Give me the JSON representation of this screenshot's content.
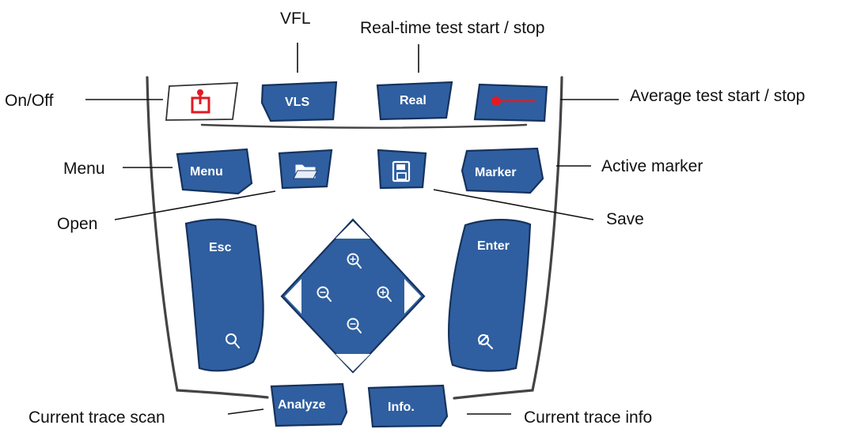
{
  "callouts": {
    "vfl": "VFL",
    "real_time": "Real-time test start / stop",
    "on_off": "On/Off",
    "average": "Average test start / stop",
    "menu": "Menu",
    "active_marker": "Active marker",
    "open": "Open",
    "save": "Save",
    "current_trace_scan": "Current trace scan",
    "current_trace_info": "Current trace info"
  },
  "keys": {
    "vls": "VLS",
    "real": "Real",
    "menu": "Menu",
    "marker": "Marker",
    "esc": "Esc",
    "enter": "Enter",
    "analyze": "Analyze",
    "info": "Info."
  },
  "icons": {
    "power": "power-icon",
    "average": "average-test-icon",
    "open": "folder-open-icon",
    "save": "floppy-disk-icon",
    "zoom_in": "zoom-in-icon",
    "zoom_out": "zoom-out-icon",
    "zoom_pan": "zoom-pan-icon",
    "zoom_fit": "zoom-fit-icon"
  },
  "colors": {
    "key_blue": "#2f5fa0",
    "key_outline": "#16325d",
    "power_red": "#e01b24",
    "housing_line": "#444444"
  }
}
